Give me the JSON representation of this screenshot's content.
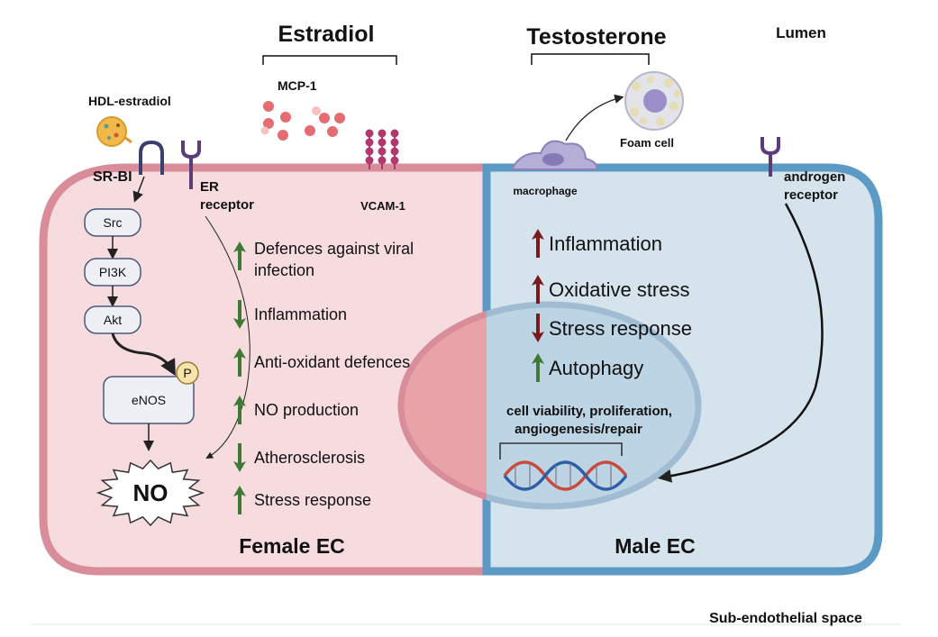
{
  "labels": {
    "estradiol": "Estradiol",
    "testosterone": "Testosterone",
    "lumen": "Lumen",
    "hdl_estradiol": "HDL-estradiol",
    "mcp1": "MCP-1",
    "foam_cell": "Foam cell",
    "sr_bi": "SR-BI",
    "er_receptor_line1": "ER",
    "er_receptor_line2": "receptor",
    "vcam1": "VCAM-1",
    "macrophage": "macrophage",
    "androgen_line1": "androgen",
    "androgen_line2": "receptor",
    "female_ec": "Female EC",
    "male_ec": "Male EC",
    "sub_endothelial": "Sub-endothelial space",
    "nucleus_text_line1": "cell viability, proliferation,",
    "nucleus_text_line2": "angiogenesis/repair",
    "no": "NO",
    "phospho": "P"
  },
  "pathway": [
    "Src",
    "PI3K",
    "Akt",
    "eNOS"
  ],
  "female_effects": [
    {
      "dir": "up",
      "line1": "Defences against viral",
      "line2": "infection"
    },
    {
      "dir": "down",
      "line1": "Inflammation",
      "line2": ""
    },
    {
      "dir": "up",
      "line1": "Anti-oxidant defences",
      "line2": ""
    },
    {
      "dir": "up",
      "line1": "NO production",
      "line2": ""
    },
    {
      "dir": "down",
      "line1": "Atherosclerosis",
      "line2": ""
    },
    {
      "dir": "up",
      "line1": "Stress response",
      "line2": ""
    }
  ],
  "male_effects": [
    {
      "dir": "up",
      "label": "Inflammation"
    },
    {
      "dir": "up",
      "label": "Oxidative stress"
    },
    {
      "dir": "down",
      "label": "Stress response"
    },
    {
      "dir": "up",
      "label": "Autophagy"
    }
  ],
  "colors": {
    "female_fill": "#f6dcdf",
    "female_border": "#d98d9a",
    "male_fill": "#d5e4ec",
    "male_border": "#5b9ac4",
    "green_arrow": "#3e7a36",
    "red_arrow": "#7a1b1b"
  }
}
